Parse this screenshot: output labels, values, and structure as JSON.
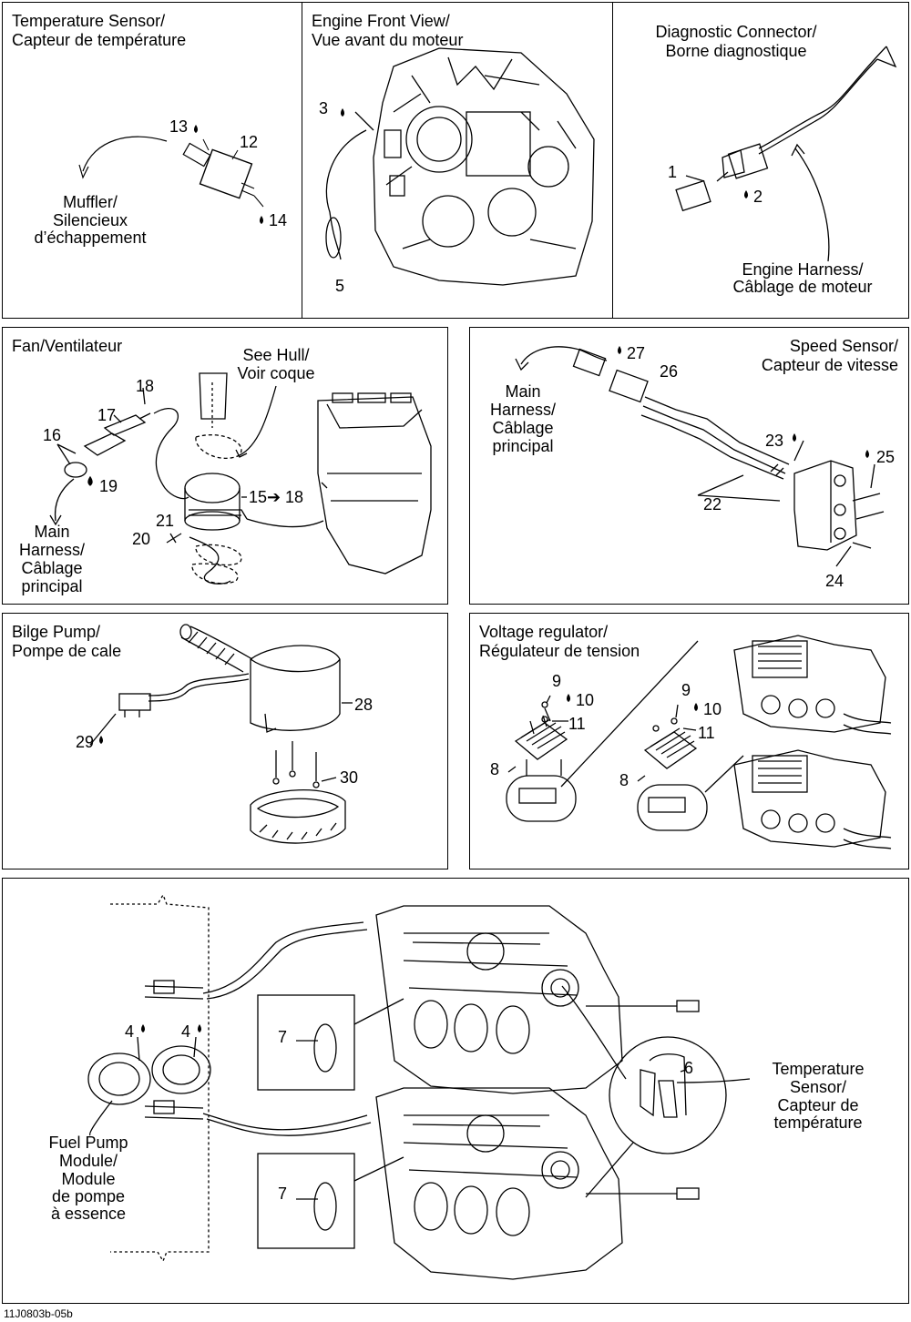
{
  "panels": {
    "temp_sensor": {
      "title_en": "Temperature Sensor/",
      "title_fr": "Capteur de température",
      "muffler": [
        "Muffler/",
        "Silencieux",
        "d’échappement"
      ],
      "callouts": [
        "13",
        "12",
        "14"
      ]
    },
    "engine_front": {
      "title_en": "Engine Front View/",
      "title_fr": "Vue avant du moteur",
      "callouts": [
        "3",
        "5"
      ]
    },
    "diag_connector": {
      "title_en": "Diagnostic Connector/",
      "title_fr": "Borne diagnostique",
      "harness": [
        "Engine Harness/",
        "Câblage de moteur"
      ],
      "callouts": [
        "1",
        "2"
      ]
    },
    "fan": {
      "title": "Fan/Ventilateur",
      "see_hull": [
        "See Hull/",
        "Voir coque"
      ],
      "main_harness": [
        "Main",
        "Harness/",
        "Câblage",
        "principal"
      ],
      "callouts": [
        "18",
        "17",
        "16",
        "19",
        "15",
        "18",
        "21",
        "20"
      ],
      "arrow": "➔"
    },
    "speed_sensor": {
      "title_en": "Speed Sensor/",
      "title_fr": "Capteur de vitesse",
      "main_harness": [
        "Main",
        "Harness/",
        "Câblage",
        "principal"
      ],
      "callouts": [
        "27",
        "26",
        "23",
        "25",
        "22",
        "24"
      ]
    },
    "bilge_pump": {
      "title_en": "Bilge Pump/",
      "title_fr": "Pompe de cale",
      "callouts": [
        "28",
        "29",
        "30"
      ]
    },
    "voltage_regulator": {
      "title_en": "Voltage regulator/",
      "title_fr": "Régulateur de tension",
      "callouts_a": [
        "9",
        "10",
        "11",
        "8"
      ],
      "callouts_b": [
        "9",
        "10",
        "11",
        "8"
      ]
    },
    "fuel_pump": {
      "fuel_module": [
        "Fuel Pump",
        "Module/",
        "Module",
        "de pompe",
        "à essence"
      ],
      "temp_sensor": [
        "Temperature",
        "Sensor/",
        "Capteur de",
        "température"
      ],
      "callouts": [
        "4",
        "4",
        "7",
        "7",
        "6"
      ]
    }
  },
  "footer_code": "11J0803b-05b",
  "colors": {
    "line": "#000000",
    "background": "#ffffff"
  }
}
